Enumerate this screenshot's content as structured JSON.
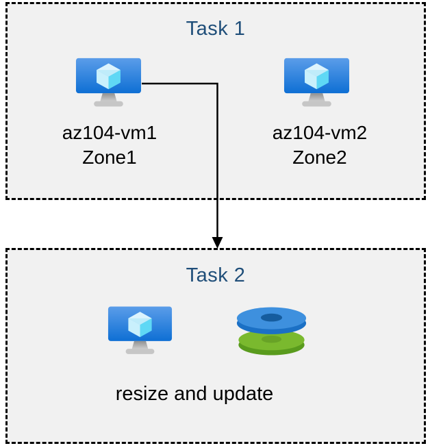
{
  "diagram": {
    "task1": {
      "title": "Task 1",
      "vms": [
        {
          "name": "az104-vm1",
          "zone": "Zone1",
          "icon": "virtual-machine-icon"
        },
        {
          "name": "az104-vm2",
          "zone": "Zone2",
          "icon": "virtual-machine-icon"
        }
      ]
    },
    "task2": {
      "title": "Task 2",
      "caption": "resize and update",
      "icons": [
        "virtual-machine-icon",
        "disks-icon"
      ]
    },
    "arrow": {
      "from": "az104-vm1",
      "to": "Task 2"
    },
    "colors": {
      "title_text": "#1f4e79",
      "label_text": "#000000",
      "box_background": "#f1f1f1",
      "box_border": "#000000",
      "arrow": "#000000",
      "vm_screen_top": "#5b9de9",
      "vm_screen_bottom": "#0e6fd4",
      "cube_top": "#ddf4fd",
      "cube_left": "#c9f0fc",
      "cube_right": "#5fd8f5",
      "stand_gray": "#b8b8b8",
      "disk_blue_top": "#3e90de",
      "disk_blue_side": "#1b70c5",
      "disk_blue_hole": "#155c9e",
      "disk_green_top": "#7ab92e",
      "disk_green_side": "#599b1d",
      "disk_green_hole": "#68a326"
    }
  }
}
